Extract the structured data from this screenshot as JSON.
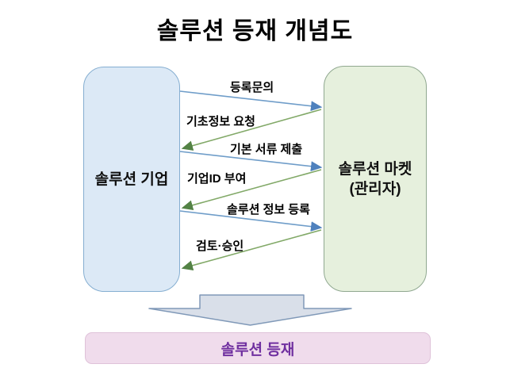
{
  "title": "솔루션 등재 개념도",
  "diagram": {
    "left_box": {
      "label": "솔루션 기업",
      "fill": "#dce9f6",
      "border": "#85aed1"
    },
    "right_box": {
      "label_line1": "솔루션 마켓",
      "label_line2": "(관리자)",
      "fill": "#e6f0dd",
      "border": "#90a890"
    },
    "messages": [
      {
        "label": "등록문의",
        "direction": "left-to-right",
        "color": "#6f9dc9"
      },
      {
        "label": "기초정보 요청",
        "direction": "right-to-left",
        "color": "#82a968"
      },
      {
        "label": "기본 서류 제출",
        "direction": "left-to-right",
        "color": "#6f9dc9"
      },
      {
        "label": "기업ID 부여",
        "direction": "right-to-left",
        "color": "#82a968"
      },
      {
        "label": "솔루션 정보 등록",
        "direction": "left-to-right",
        "color": "#6f9dc9"
      },
      {
        "label": "검토·승인",
        "direction": "right-to-left",
        "color": "#82a968"
      }
    ],
    "down_arrow": {
      "fill": "#d9dfe9",
      "border": "#8099b8"
    },
    "result_box": {
      "label": "솔루션 등재",
      "fill": "#f0dcec",
      "border": "#dfc2d9",
      "text_color": "#7030a0"
    }
  }
}
